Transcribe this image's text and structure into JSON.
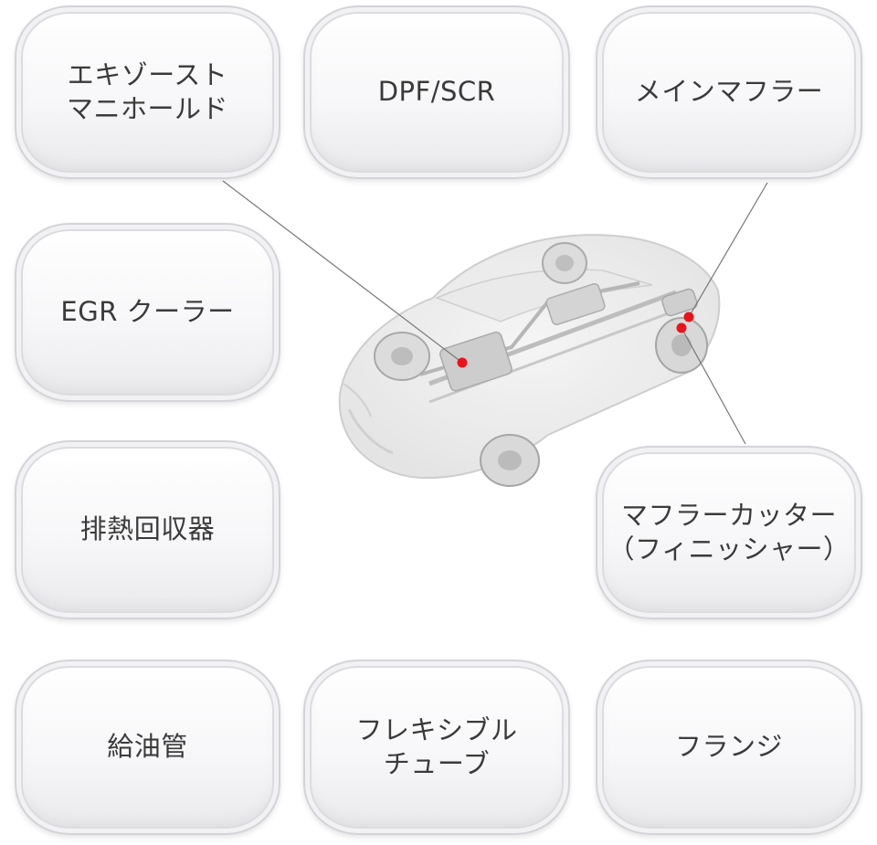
{
  "tiles": [
    {
      "label": "エキゾースト\nマニホールド"
    },
    {
      "label": "DPF/SCR"
    },
    {
      "label": "メインマフラー"
    },
    {
      "label": "EGR クーラー"
    },
    {
      "label": "排熱回収器"
    },
    {
      "label": "マフラーカッター\n（フィニッシャー）"
    },
    {
      "label": "給油管"
    },
    {
      "label": "フレキシブル\nチューブ"
    },
    {
      "label": "フランジ"
    }
  ],
  "colors": {
    "marker": "#e8141b",
    "leader_line": "#777777",
    "tile_text": "#3a3a3a"
  },
  "image": {
    "subject": "car-chassis-cutaway"
  }
}
